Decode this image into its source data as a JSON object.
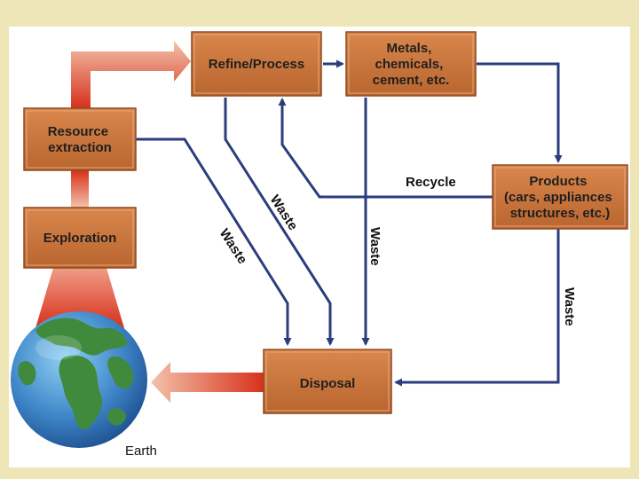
{
  "boxes": {
    "refine": [
      "Refine/Process"
    ],
    "metals": [
      "Metals,",
      "chemicals,",
      "cement, etc."
    ],
    "resource": [
      "Resource",
      "extraction"
    ],
    "exploration": [
      "Exploration"
    ],
    "products": [
      "Products",
      "(cars, appliances",
      "structures, etc.)"
    ],
    "disposal": [
      "Disposal"
    ]
  },
  "labels": {
    "recycle": "Recycle",
    "waste_left": "Waste",
    "waste_mid": "Waste",
    "waste_vertical": "Waste",
    "waste_right": "Waste",
    "earth": "Earth"
  },
  "colors": {
    "box_fill": "#c8743c",
    "flow_line": "#2b3d7c",
    "arrow_red": "#d9321e",
    "ocean": "#3f86c8",
    "land": "#3f8a3c"
  }
}
